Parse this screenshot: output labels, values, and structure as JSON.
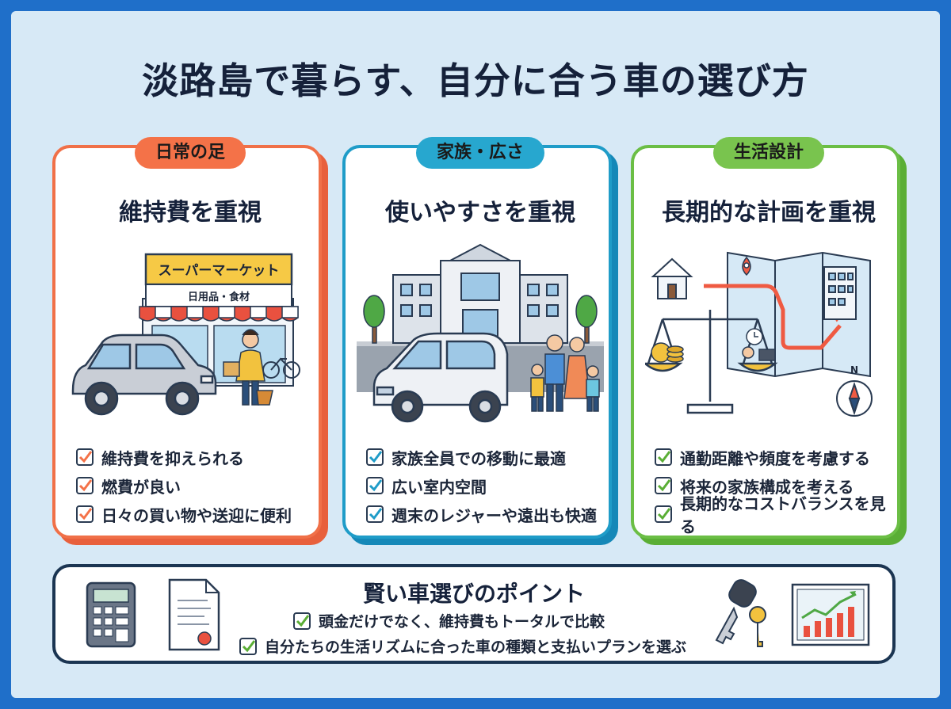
{
  "title": "淡路島で暮らす、自分に合う車の選び方",
  "cards": [
    {
      "tag": "日常の足",
      "heading": "維持費を重視",
      "sign_main": "スーパーマーケット",
      "sign_sub": "日用品・食材",
      "points": [
        "維持費を抑えられる",
        "燃費が良い",
        "日々の買い物や送迎に便利"
      ]
    },
    {
      "tag": "家族・広さ",
      "heading": "使いやすさを重視",
      "points": [
        "家族全員での移動に最適",
        "広い室内空間",
        "週末のレジャーや遠出も快適"
      ]
    },
    {
      "tag": "生活設計",
      "heading": "長期的な計画を重視",
      "compass_label": "N",
      "points": [
        "通勤距離や頻度を考慮する",
        "将来の家族構成を考える",
        "長期的なコストバランスを見る"
      ]
    }
  ],
  "tips": {
    "title": "賢い車選びのポイント",
    "points": [
      "頭金だけでなく、維持費もトータルで比較",
      "自分たちの生活リズムに合った車の種類と支払いプランを選ぶ"
    ]
  },
  "colors": {
    "orange": "#f47248",
    "blue": "#27a7cf",
    "green": "#79c44e",
    "frame": "#1f6fc9"
  },
  "icons": [
    "calculator-icon",
    "document-icon",
    "car-key-icon",
    "growth-chart-icon",
    "house-icon",
    "map-pin-icon",
    "compass-icon",
    "balance-scale-icon",
    "clock-icon",
    "checkbox-icon"
  ]
}
